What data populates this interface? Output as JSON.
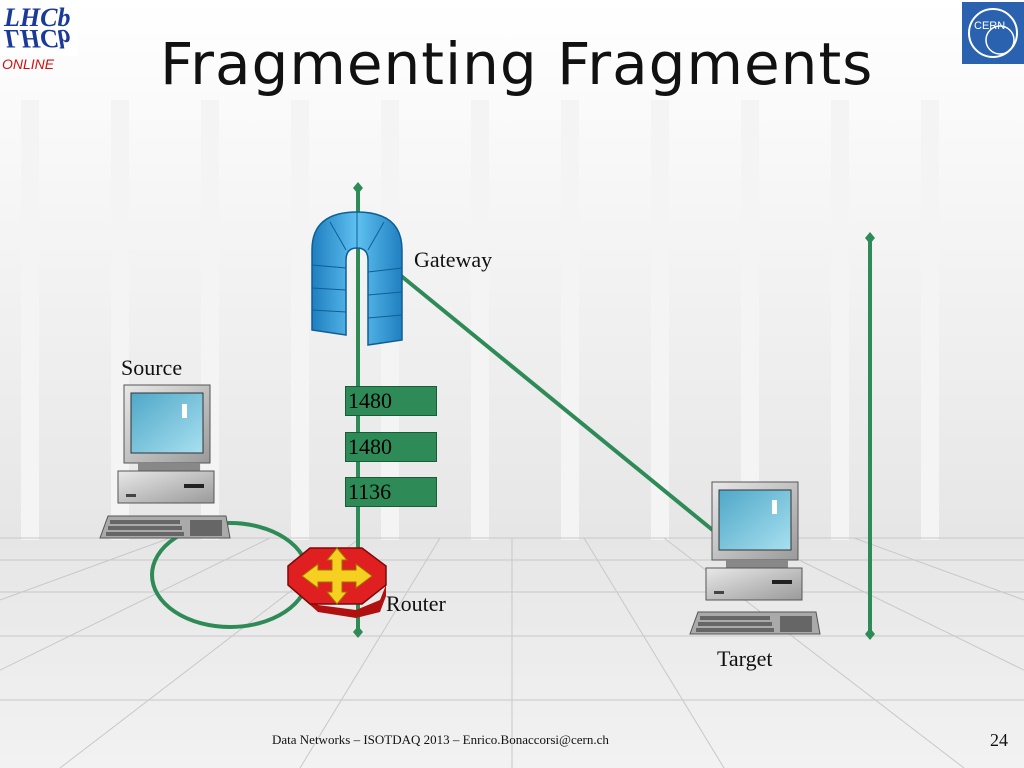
{
  "slide": {
    "title": "Fragmenting Fragments",
    "footer": "Data Networks – ISOTDAQ 2013 – Enrico.Bonaccorsi@cern.ch",
    "page_number": "24"
  },
  "logos": {
    "lhcb_text": "LHCb",
    "lhcb_online": "ONLINE",
    "cern_text": "CERN"
  },
  "diagram": {
    "nodes": {
      "source": "Source",
      "gateway": "Gateway",
      "router": "Router",
      "target": "Target"
    },
    "fragments": [
      "1480",
      "1480",
      "1136"
    ],
    "colors": {
      "network_line": "#2e8b57",
      "fragment_box": "#2e8b57",
      "gateway_blue": "#3aa0dc",
      "router_red": "#e02020",
      "router_arrow": "#f5d020"
    }
  }
}
